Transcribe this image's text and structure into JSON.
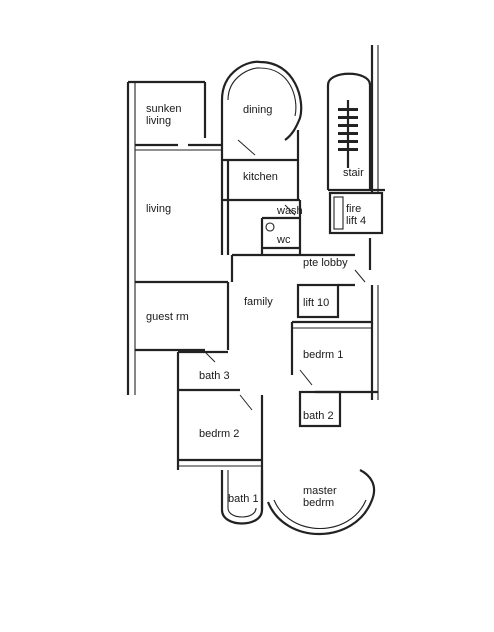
{
  "rooms": {
    "sunken_living": [
      "sunken",
      "living"
    ],
    "dining": "dining",
    "kitchen": "kitchen",
    "stair": "stair",
    "living": "living",
    "wash": "wash",
    "fire_lift": [
      "fire",
      "lift 4"
    ],
    "wc": "wc",
    "pte_lobby": "pte lobby",
    "family": "family",
    "lift10": "lift 10",
    "guest_rm": "guest rm",
    "bedrm1": "bedrm 1",
    "bath3": "bath 3",
    "bedrm2": "bedrm 2",
    "bath2": "bath 2",
    "bath1": "bath 1",
    "master_bedrm": [
      "master",
      "bedrm"
    ]
  }
}
